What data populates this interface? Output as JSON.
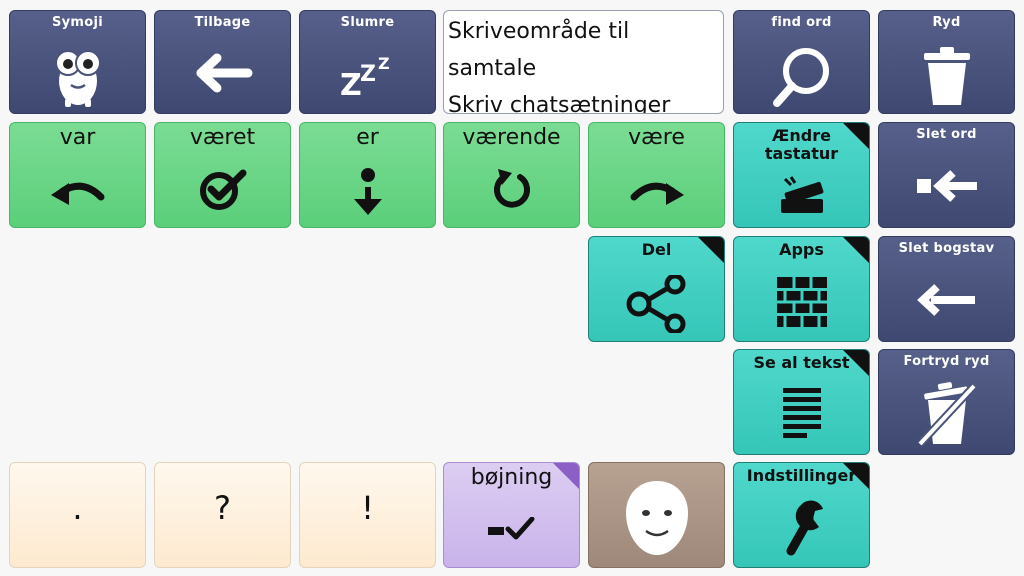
{
  "top_row": {
    "symoji": "Symoji",
    "tilbage": "Tilbage",
    "slumre": "Slumre",
    "find_ord": "find ord",
    "ryd": "Ryd"
  },
  "text_area": {
    "line1": "Skriveområde til",
    "line2": "samtale",
    "line3": "Skriv chatsætninger"
  },
  "verb_row": {
    "var": "var",
    "vaeret": "været",
    "er": "er",
    "vaerende": "værende",
    "vaere": "være"
  },
  "action_tiles": {
    "aendre_tastatur": "Ændre tastatur",
    "slet_ord": "Slet ord",
    "del": "Del",
    "apps": "Apps",
    "slet_bogstav": "Slet bogstav",
    "se_al_tekst": "Se al tekst",
    "fortryd_ryd": "Fortryd ryd",
    "indstillinger": "Indstillinger"
  },
  "bottom_row": {
    "period": ".",
    "question": "?",
    "exclaim": "!",
    "bojning": "bøjning"
  },
  "colors": {
    "navy": "#4a5379",
    "green": "#66d485",
    "teal": "#3fcfc1",
    "cream": "#fdf0dd",
    "lilac": "#d2c0ee",
    "taupe": "#a8927f"
  },
  "icons": {
    "symoji": "owl-face-icon",
    "tilbage": "arrow-left-icon",
    "slumre": "zzz-icon",
    "find_ord": "magnifier-icon",
    "ryd": "trash-icon",
    "var": "curved-arrow-left-icon",
    "vaeret": "check-circle-icon",
    "er": "arrow-down-dot-icon",
    "vaerende": "circular-arrow-icon",
    "vaere": "curved-arrow-right-icon",
    "aendre_tastatur": "keyboard-icon",
    "slet_ord": "delete-word-icon",
    "del": "share-icon",
    "apps": "brick-grid-icon",
    "slet_bogstav": "arrow-left-icon",
    "se_al_tekst": "text-lines-icon",
    "fortryd_ryd": "undo-trash-icon",
    "indstillinger": "wrench-icon",
    "bojning": "inflection-check-icon",
    "face": "mask-face-icon"
  }
}
